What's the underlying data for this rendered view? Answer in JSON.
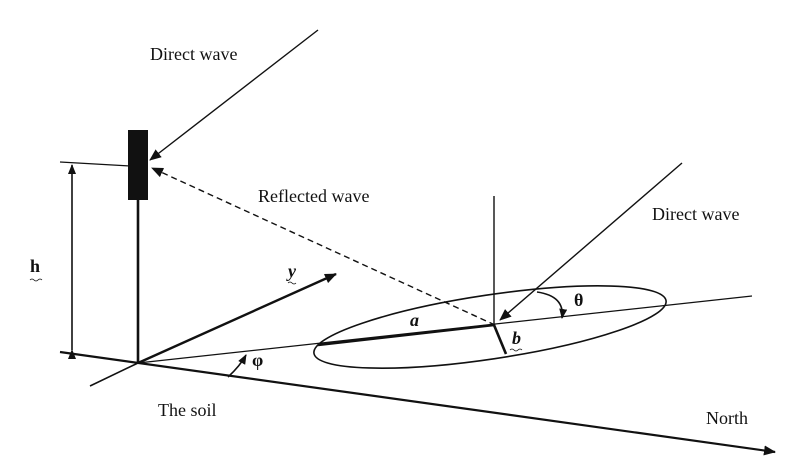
{
  "labels": {
    "direct_wave_top": "Direct wave",
    "reflected_wave": "Reflected wave",
    "direct_wave_right": "Direct wave",
    "height": "h",
    "y_axis": "y",
    "soil": "The soil",
    "north": "North",
    "angle_phi": "φ",
    "angle_theta": "θ",
    "semi_axis_a": "a",
    "semi_axis_b": "b"
  },
  "colors": {
    "ink": "#111111",
    "background": "#ffffff"
  }
}
